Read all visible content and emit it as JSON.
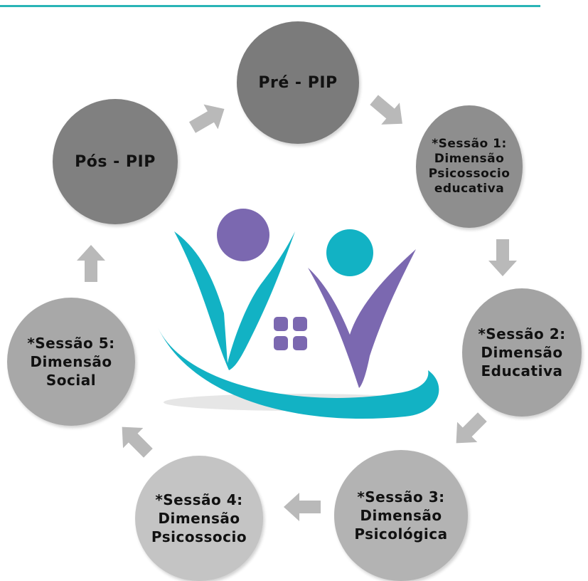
{
  "colors": {
    "accent_rule": "#2ab4b6",
    "teal": "#12b2c4",
    "purple": "#7b68b0",
    "arrow": "#b9b9b9"
  },
  "cycle": {
    "pre_pip": "Pré - PIP",
    "sessao_1": "*Sessão 1:\nDimensão\nPsicossocio\neducativa",
    "sessao_2": "*Sessão 2:\nDimensão\nEducativa",
    "sessao_3": "*Sessão 3:\nDimensão\nPsicológica",
    "sessao_4": "*Sessão 4:\nDimensão\nPsicossocio",
    "sessao_5": "*Sessão 5:\nDimensão\nSocial",
    "pos_pip": "Pós - PIP"
  },
  "logo": {
    "description_icon": "family-house-logo-icon"
  }
}
